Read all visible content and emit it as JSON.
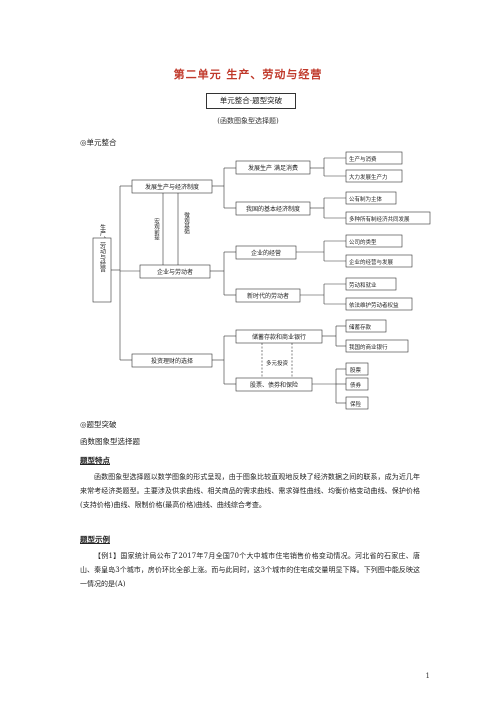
{
  "doc": {
    "title": "第二单元 生产、劳动与经营",
    "section_box": "单元整合·题型突破",
    "sub_note": "(函数图象型选择题)",
    "integration_heading": "◎单元整合",
    "breakthrough_heading": "◎题型突破",
    "type_title": "函数图象型选择题",
    "feature_label": "题型特点",
    "feature_text": "函数图象型选择题以数学图象的形式呈现，由于图象比较直观地反映了经济数据之间的联系，成为近几年来常考经济类题型。主要涉及供求曲线、相关商品的需求曲线、需求弹性曲线、均衡价格变动曲线、保护价格(支持价格)曲线、限制价格(最高价格)曲线、曲线综合考查。",
    "example_label": "题型示例",
    "example_text": "【例1】国家统计局公布了2017年7月全国70个大中城市住宅销售价格变动情况。河北省的石家庄、唐山、秦皇岛3个城市，房价环比全部上涨。而与此同时，这3个城市的住宅成交量明显下降。下列图中能反映这一情况的是(A)",
    "page_number": "1"
  },
  "diagram": {
    "root": "生产、劳动与经营",
    "level1": [
      "发展生产与经济制度",
      "企业与劳动者",
      "投资理财的选择"
    ],
    "level2": [
      "发展生产 满足消费",
      "我国的基本经济制度",
      "企业的经营",
      "新时代的劳动者",
      "储蓄存款和商业银行",
      "股票、债券和保险"
    ],
    "level3": [
      "生产与消费",
      "大力发展生产力",
      "公有制为主体",
      "多种所有制经济共同发展",
      "公司的类型",
      "企业的经营与发展",
      "劳动和就业",
      "依法维护劳动者权益",
      "储蓄存款",
      "我国的商业银行",
      "股票",
      "债券",
      "保险"
    ],
    "links": [
      "宏观前提",
      "微观基础",
      "多元投资"
    ]
  }
}
